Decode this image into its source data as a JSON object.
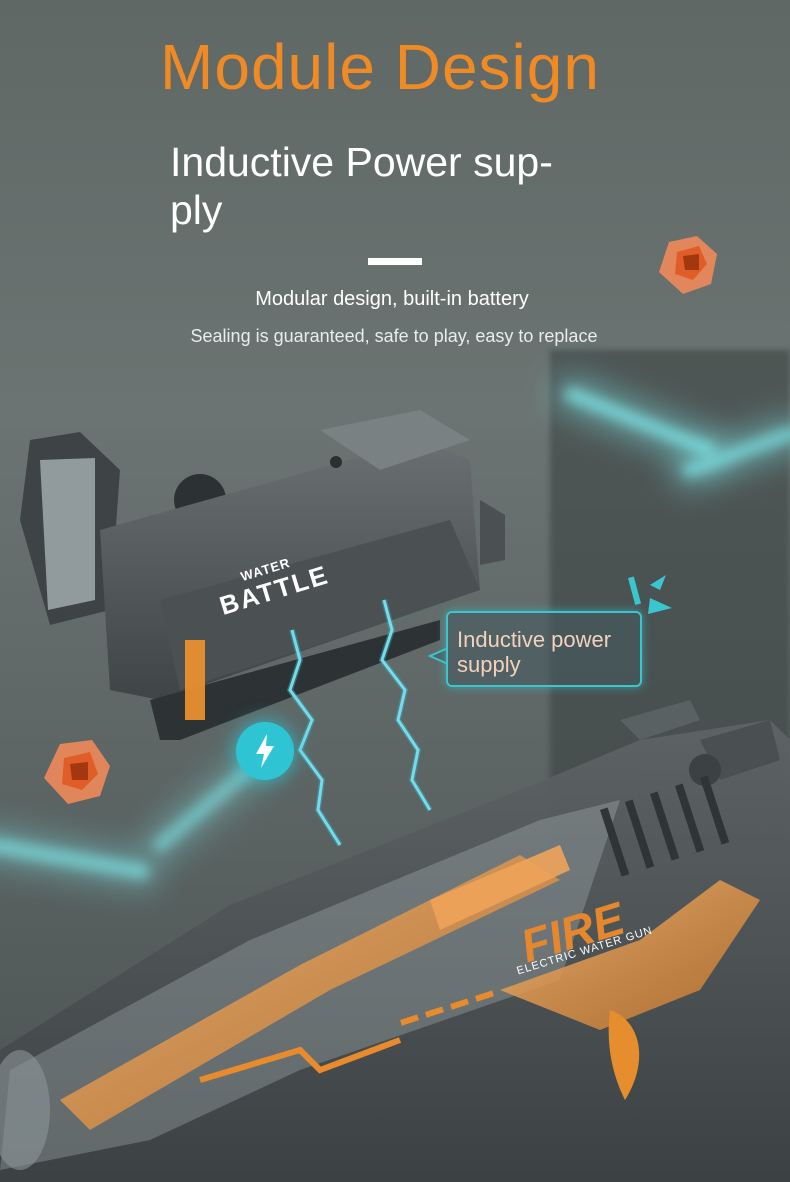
{
  "header": {
    "title": "Module Design",
    "subtitle": "Inductive Power sup-\nply",
    "description_line1": "Modular design, built-in battery",
    "description_line2": "Sealing is guaranteed, safe to play, easy to replace"
  },
  "callout": {
    "text": "Inductive power\nsupply"
  },
  "product": {
    "brand_top": "WATER",
    "brand_main": "BATTLE",
    "model": "FIRE",
    "model_sub": "ELECTRIC WATER GUN"
  },
  "colors": {
    "accent_orange": "#ef8a25",
    "glow_cyan": "#39c6cf"
  },
  "icons": [
    "lightning-bolt-icon",
    "water-bead-icon"
  ]
}
